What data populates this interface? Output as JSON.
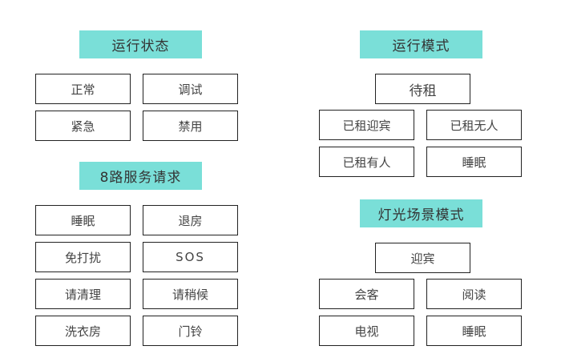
{
  "run_status": {
    "title": "运行状态",
    "buttons": [
      "正常",
      "调试",
      "紧急",
      "禁用"
    ]
  },
  "service_requests": {
    "title": "8路服务请求",
    "buttons": [
      "睡眠",
      "退房",
      "免打扰",
      "SOS",
      "请清理",
      "请稍候",
      "洗衣房",
      "门铃"
    ]
  },
  "run_mode": {
    "title": "运行模式",
    "buttons": [
      "待租",
      "已租迎宾",
      "已租无人",
      "已租有人",
      "睡眠"
    ]
  },
  "light_scene": {
    "title": "灯光场景模式",
    "buttons": [
      "迎宾",
      "会客",
      "阅读",
      "电视",
      "睡眠"
    ]
  },
  "colors": {
    "header_bg": "#7adfd8",
    "border": "#222222"
  }
}
